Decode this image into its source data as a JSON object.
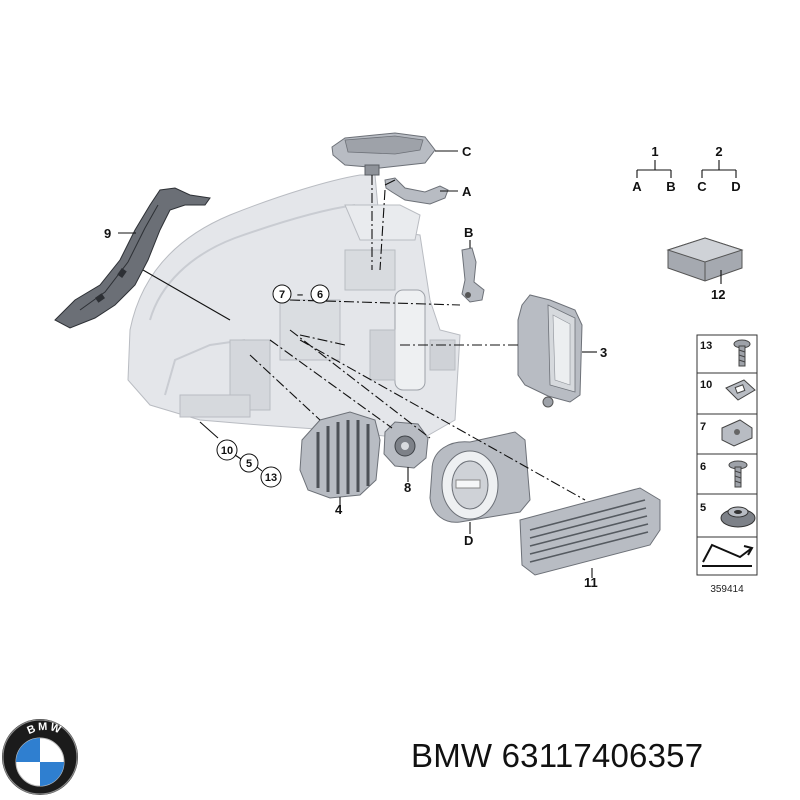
{
  "callouts": {
    "c1": "1",
    "c2": "2",
    "c3": "3",
    "c4": "4",
    "c5": "5",
    "c6": "6",
    "c7": "7",
    "c8": "8",
    "c9": "9",
    "c10": "10",
    "c11": "11",
    "c12": "12",
    "c13": "13",
    "cA": "A",
    "cB": "B",
    "cC": "C",
    "cD": "D"
  },
  "legend_tree": {
    "group1": {
      "parent": "1",
      "children": [
        "A",
        "B"
      ]
    },
    "group2": {
      "parent": "2",
      "children": [
        "C",
        "D"
      ]
    }
  },
  "fastener_panel": {
    "items": [
      "13",
      "10",
      "7",
      "6",
      "5"
    ],
    "reference_number": "359414"
  },
  "brand": {
    "logo_text": "BMW",
    "caption": "BMW 63117406357"
  },
  "colors": {
    "part_light": "#e4e6ea",
    "part_mid": "#b8bcc3",
    "part_dark": "#6b6f76",
    "logo_blue": "#2f7fd0",
    "logo_ring": "#1b1b1b"
  }
}
